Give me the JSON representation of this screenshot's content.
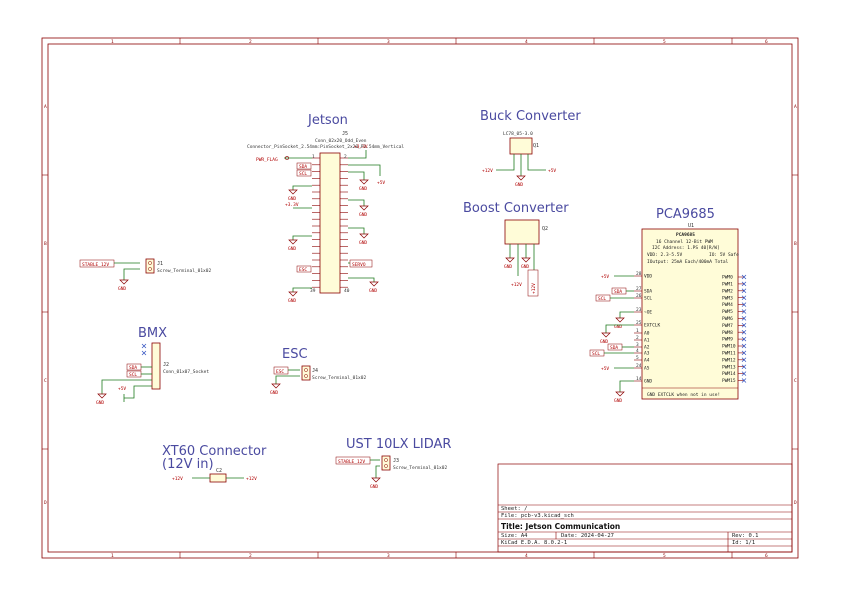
{
  "sections": {
    "jetson": "Jetson",
    "buck": "Buck Converter",
    "boost": "Boost Converter",
    "pca": "PCA9685",
    "bmx": "BMX",
    "esc": "ESC",
    "xt60_1": "XT60 Connector",
    "xt60_2": "(12V in)",
    "lidar": "UST 10LX LIDAR"
  },
  "j5": {
    "ref": "J5",
    "value": "Conn_02x20_Odd_Even",
    "footprint": "Connector_PinSocket_2.54mm:PinSocket_2x20_P2.54mm_Vertical",
    "pwr_flag": "PWR_FLAG",
    "v33": "+3.3V",
    "v5": "+5V",
    "sda": "SDA",
    "scl": "SCL",
    "esc": "ESC",
    "servo": "SERVO",
    "gnd": "GND",
    "pin1": "1",
    "pin2": "2",
    "pin39": "39",
    "pin40": "40"
  },
  "buck_part": {
    "ref": "Q1",
    "value": "LC78_05-3.0",
    "in": "+12V",
    "gnd": "GND",
    "out": "+5V"
  },
  "boost_part": {
    "ref": "Q2",
    "in": "+12V",
    "gnd": "GND",
    "out": "+12V"
  },
  "pca_part": {
    "ref": "U1",
    "name": "PCA9685",
    "desc1": "16 Channel 12-Bit PWM",
    "desc2": "I2C Address: 1.PS 40[R/W]",
    "desc3": "VDD: 2.3-5.5V",
    "desc4": "IO: 5V Safe",
    "desc5": "IOutput: 25mA Each/400mA Total",
    "note": "GND EXTCLK when not in use!",
    "left_pins": [
      "VDD",
      "SDA",
      "SCL",
      "~OE",
      "EXTCLK",
      "A0",
      "A1",
      "A2",
      "A3",
      "A4",
      "A5",
      "GND"
    ],
    "left_nums": [
      "28",
      "27",
      "26",
      "23",
      "25",
      "1",
      "2",
      "3",
      "4",
      "5",
      "24",
      "14"
    ],
    "right_pins": [
      "PWM0",
      "PWM1",
      "PWM2",
      "PWM3",
      "PWM4",
      "PWM5",
      "PWM6",
      "PWM7",
      "PWM8",
      "PWM9",
      "PWM10",
      "PWM11",
      "PWM12",
      "PWM13",
      "PWM14",
      "PWM15"
    ],
    "v5": "+5V",
    "sda": "SDA",
    "scl": "SCL",
    "gnd": "GND"
  },
  "j1": {
    "ref": "J1",
    "value": "Screw_Terminal_01x02",
    "net": "STABLE_12V",
    "gnd": "GND"
  },
  "j2": {
    "ref": "J2",
    "value": "Conn_01x07_Socket",
    "sda": "SDA",
    "scl": "SCL",
    "v5": "+5V",
    "gnd": "GND"
  },
  "j4": {
    "ref": "J4",
    "value": "Screw_Terminal_01x02",
    "net": "ESC",
    "gnd": "GND"
  },
  "j3": {
    "ref": "J3",
    "value": "Screw_Terminal_01x02",
    "net": "STABLE_12V",
    "gnd": "GND"
  },
  "c2": {
    "ref": "C2",
    "left": "+12V",
    "right": "+12V"
  },
  "titleblock": {
    "sheet": "Sheet: /",
    "file": "File: pcb-v3.kicad_sch",
    "title": "Title: Jetson Communication",
    "size": "Size: A4",
    "date": "Date: 2024-04-27",
    "rev": "Rev: 0.1",
    "tool": "KiCad E.D.A. 8.0.2-1",
    "id": "Id: 1/1"
  },
  "edges": {
    "cols": [
      "1",
      "2",
      "3",
      "4",
      "5",
      "6"
    ],
    "rows": [
      "A",
      "B",
      "C",
      "D"
    ]
  }
}
